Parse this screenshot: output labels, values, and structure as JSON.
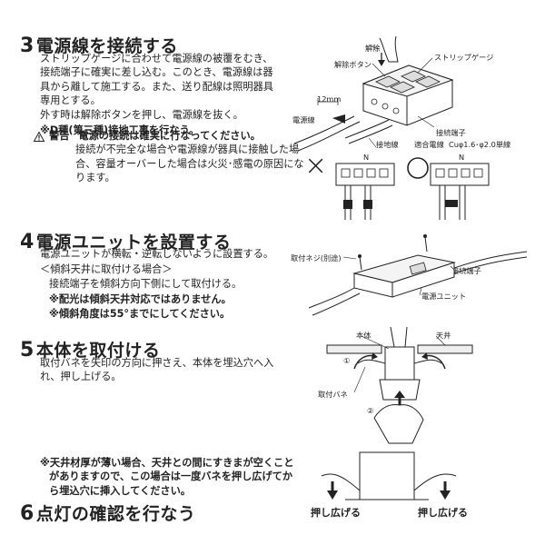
{
  "step3": {
    "num": "3",
    "title": "電源線を接続する",
    "lines": [
      "ストリップゲージに合わせて電源線の被覆をむき、",
      "接続端子に確実に差し込む。このとき、電源線は器",
      "具から離して施工する。また、送り配線は照明器具",
      "専用とする。",
      "外す時は解除ボタンを押し、電源線を抜く。"
    ],
    "note": "※D種(第三種)接地工事を行なう。",
    "warning_label": "警告",
    "warning_lines": [
      "電源の接続は確実に行なってください。",
      "接続が不完全な場合や電源線が器具に接触した場",
      "合、容量オーバーした場合は火災･感電の原因にな",
      "ります。"
    ],
    "diagram": {
      "release_label": "解除",
      "release_button_label": "解除ボタン",
      "strip_gauge_label": "ストリップゲージ",
      "strip_length": "12mm",
      "power_wire_label": "電源線",
      "terminal_label": "接続端子",
      "ground_wire_label": "接地線",
      "wire_spec_label": "適合電線",
      "wire_spec_value": "Cuφ1.6･φ2.0単線",
      "n_label_bad": "N",
      "n_label_good": "N",
      "bad_mark": "×",
      "good_mark": "○"
    }
  },
  "step4": {
    "num": "4",
    "title": "電源ユニットを設置する",
    "line1": "電源ユニットが横転・逆転しないように設置する。",
    "subhead": "＜傾斜天井に取付ける場合＞",
    "line2": "接続端子を傾斜方向下側にして取付ける。",
    "note1": "※配光は傾斜天井対応ではありません。",
    "note2": "※傾斜角度は55°までにしてください。",
    "diagram": {
      "screw_label": "取付ネジ(別途)",
      "terminal_label": "接続端子",
      "unit_label": "電源ユニット"
    }
  },
  "step5": {
    "num": "5",
    "title": "本体を取付ける",
    "lines": [
      "取付バネを矢印の方向に押さえ、本体を埋込穴へ入",
      "れ、押し上げる。"
    ],
    "note_lines": [
      "※天井材厚が薄い場合、天井との間にすきまが空くこと",
      "がありますので、この場合は一度バネを押し広げてか",
      "ら埋込穴に挿入してください。"
    ],
    "diagram": {
      "body_label": "本体",
      "ceiling_label": "天井",
      "spring_label": "取付バネ",
      "step1_mark": "①",
      "step2_mark": "②",
      "spread_left": "押し広げる",
      "spread_right": "押し広げる"
    }
  },
  "step6": {
    "num": "6",
    "title": "点灯の確認を行なう"
  }
}
